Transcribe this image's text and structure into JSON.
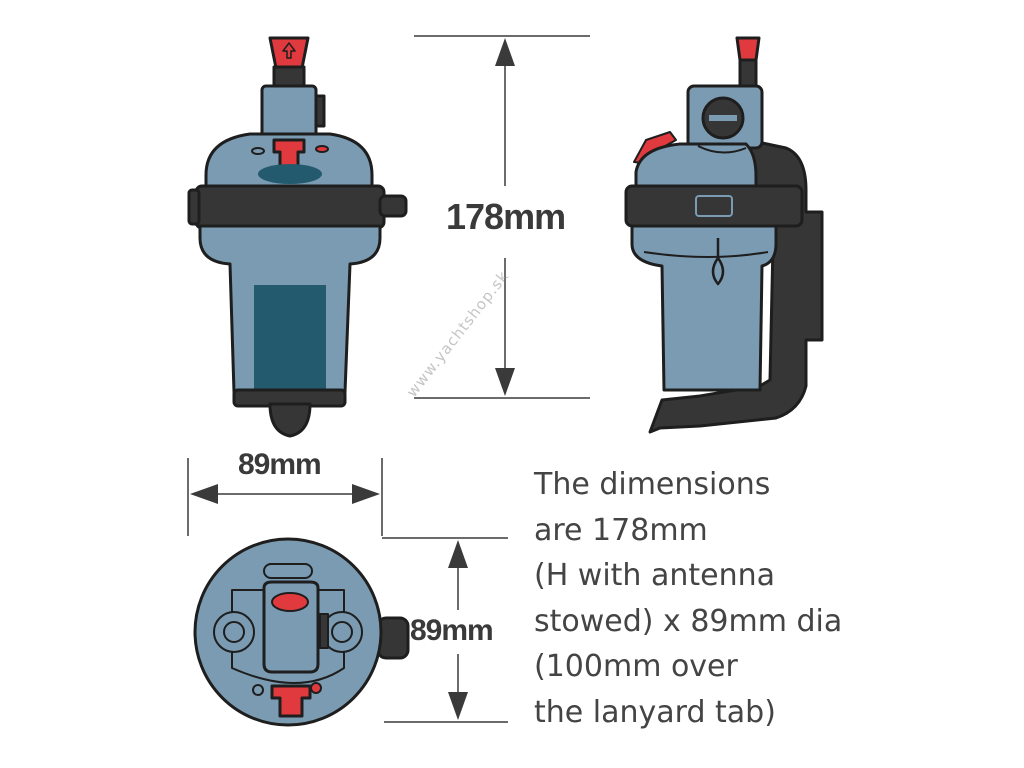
{
  "dimensions": {
    "height_label": "178mm",
    "width_label": "89mm",
    "depth_label": "89mm"
  },
  "caption": {
    "lines": [
      "The dimensions",
      "are 178mm",
      "(H with antenna",
      "stowed) x 89mm dia",
      "(100mm over",
      "the lanyard tab)"
    ]
  },
  "watermark": "www.yachtshop.sk",
  "colors": {
    "body_blue": "#7a9bb2",
    "dark_panel": "#235a6e",
    "band_dark": "#363636",
    "accent_red": "#e03a3f",
    "outline": "#1e1e1e",
    "dimension_line": "#3a3a3a"
  }
}
